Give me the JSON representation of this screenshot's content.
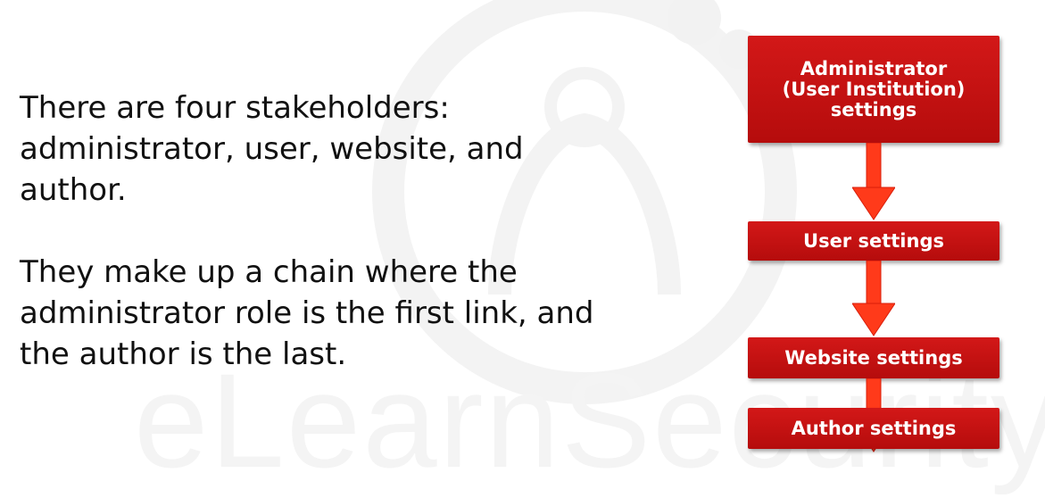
{
  "watermark": {
    "text": "eLearnSecurity"
  },
  "body_text": {
    "paragraph_1": "There are four stakeholders: administrator, user, website, and author.",
    "paragraph_2": "They make up a chain where the administrator role is the first link, and the author is the last."
  },
  "flowchart": {
    "steps": [
      {
        "label": "Administrator\n(User Institution)\nsettings"
      },
      {
        "label": "User settings"
      },
      {
        "label": "Website settings"
      },
      {
        "label": "Author settings"
      }
    ],
    "colors": {
      "box": "#c41010",
      "arrow": "#ff3a1a",
      "text": "#ffffff"
    }
  }
}
